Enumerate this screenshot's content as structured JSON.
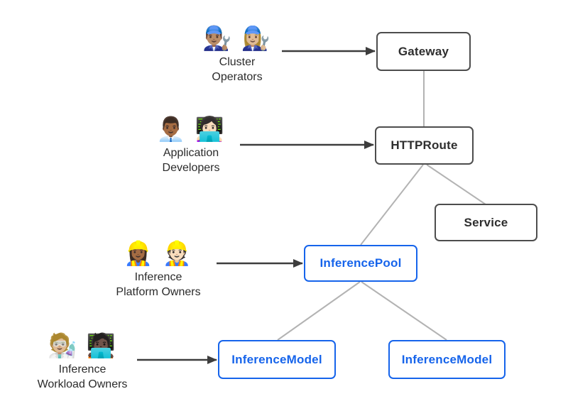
{
  "diagram": {
    "nodes": [
      {
        "id": "gateway",
        "label": "Gateway",
        "style": "dark"
      },
      {
        "id": "httproute",
        "label": "HTTPRoute",
        "style": "dark"
      },
      {
        "id": "service",
        "label": "Service",
        "style": "dark"
      },
      {
        "id": "inferencepool",
        "label": "InferencePool",
        "style": "blue"
      },
      {
        "id": "inferencemodel-1",
        "label": "InferenceModel",
        "style": "blue"
      },
      {
        "id": "inferencemodel-2",
        "label": "InferenceModel",
        "style": "blue"
      }
    ],
    "actors": [
      {
        "id": "cluster-operators",
        "emojis": "👨🏽‍🔧 👩🏼‍🔧",
        "label_line1": "Cluster",
        "label_line2": "Operators"
      },
      {
        "id": "application-developers",
        "emojis": "👨🏾‍💼 👩🏻‍💻",
        "label_line1": "Application",
        "label_line2": "Developers"
      },
      {
        "id": "inference-platform-owners",
        "emojis": "👷🏾‍♀️ 👷🏻",
        "label_line1": "Inference",
        "label_line2": "Platform Owners"
      },
      {
        "id": "inference-workload-owners",
        "emojis": "🧑🏼‍🔬 🧑🏿‍💻",
        "label_line1": "Inference",
        "label_line2": "Workload Owners"
      }
    ],
    "edges": [
      {
        "from": "gateway",
        "to": "httproute"
      },
      {
        "from": "httproute",
        "to": "inferencepool"
      },
      {
        "from": "httproute",
        "to": "service"
      },
      {
        "from": "inferencepool",
        "to": "inferencemodel-1"
      },
      {
        "from": "inferencepool",
        "to": "inferencemodel-2"
      }
    ],
    "actor_arrows": [
      {
        "from": "cluster-operators",
        "to": "gateway"
      },
      {
        "from": "application-developers",
        "to": "httproute"
      },
      {
        "from": "inference-platform-owners",
        "to": "inferencepool"
      },
      {
        "from": "inference-workload-owners",
        "to": "inferencemodel-1"
      }
    ]
  },
  "colors": {
    "blue": "#1664eb",
    "dark_border": "#4d4d4d",
    "dark_text": "#2e2e2e",
    "line_gray": "#b3b3b3",
    "arrow": "#3d3d3d",
    "background": "#ffffff",
    "label_text": "#2b2b2b"
  }
}
